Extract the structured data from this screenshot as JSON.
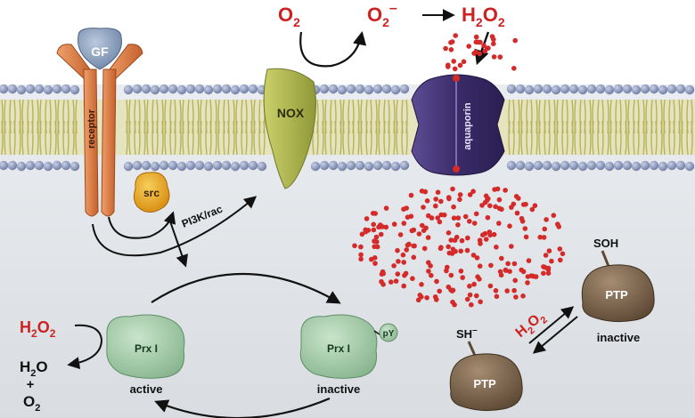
{
  "top": {
    "o2": "O",
    "o2_sub": "2",
    "superoxide": "O",
    "superoxide_sub": "2",
    "superoxide_sup": "–",
    "h2o2_h": "H",
    "h2o2_sub1": "2",
    "h2o2_o": "O",
    "h2o2_sub2": "2"
  },
  "membrane": {
    "gf_label": "GF",
    "receptor_label": "receptor",
    "nox_label": "NOX",
    "aquaporin_label": "aquaporin"
  },
  "signaling": {
    "src_label": "src",
    "pi3k_label": "PI3K/rac"
  },
  "prx": {
    "active_name": "Prx I",
    "active_state": "active",
    "inactive_name": "Prx I",
    "inactive_state": "inactive",
    "py_label": "pY"
  },
  "peroxide_reaction": {
    "h2o2_h": "H",
    "h2o2_sub1": "2",
    "h2o2_o": "O",
    "h2o2_sub2": "2",
    "h2o_h": "H",
    "h2o_sub": "2",
    "h2o_o": "O",
    "plus": "+",
    "o2": "O",
    "o2_sub": "2"
  },
  "ptp": {
    "reduced_label": "PTP",
    "reduced_group": "SH",
    "reduced_group_sup": "–",
    "oxidized_label": "PTP",
    "oxidized_group": "SOH",
    "oxidized_state": "inactive",
    "oxidant_h": "H",
    "oxidant_sub1": "2",
    "oxidant_o": "O",
    "oxidant_sub2": "2"
  },
  "colors": {
    "red_text": "#cc2222",
    "membrane_head": "#8794b8",
    "lipid_tail": "#b8b35a",
    "receptor": "#dd7a40",
    "gf": "#7f95b5",
    "nox": "#a9b14a",
    "aquaporin": "#3e2f70",
    "src": "#e5a21c",
    "prx": "#9cc7a1",
    "ptp": "#7d6650",
    "dot": "#d42a2a"
  }
}
